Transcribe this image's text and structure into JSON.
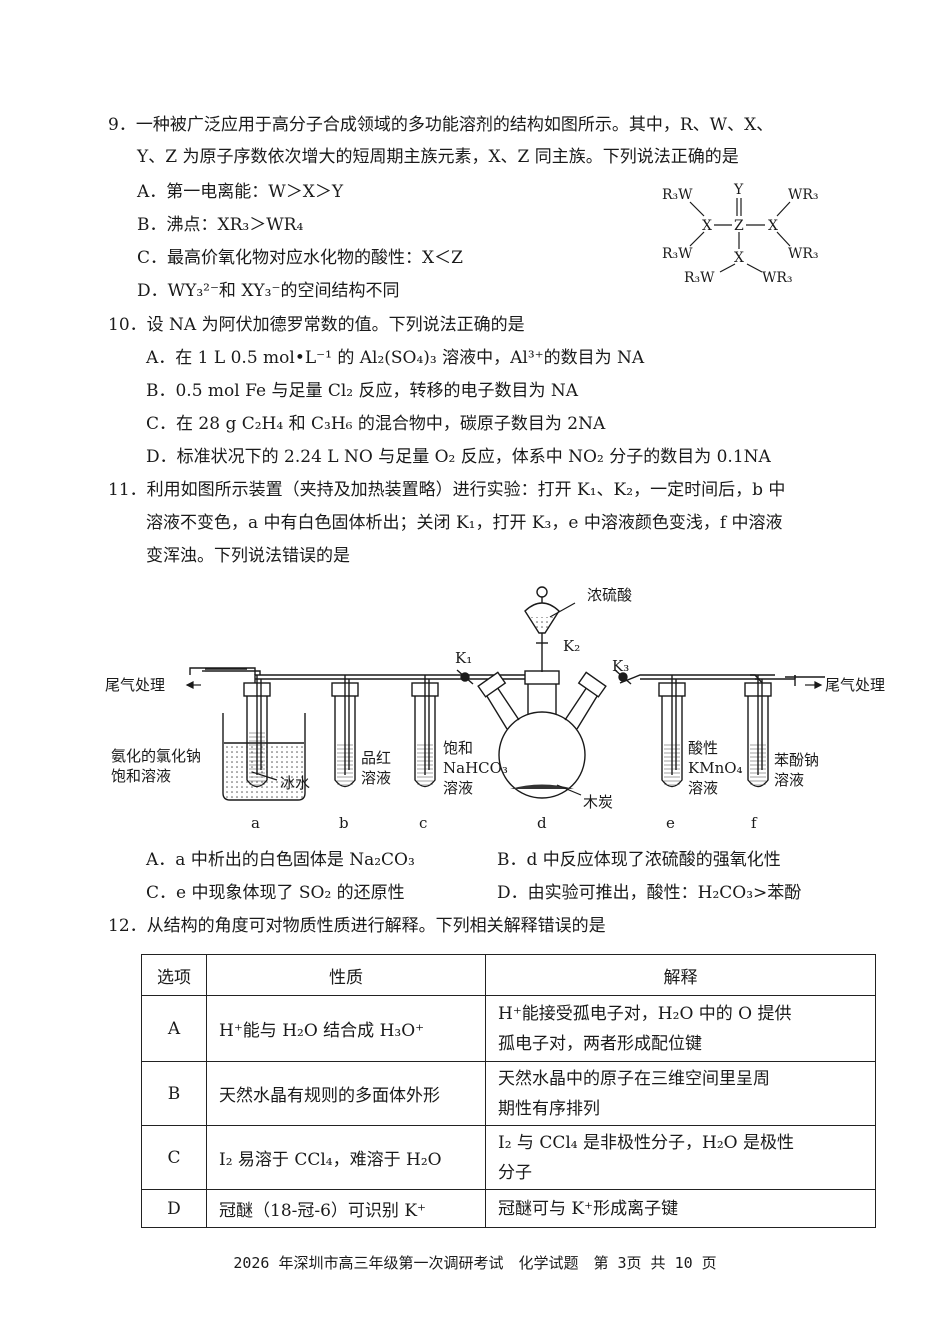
{
  "q9": {
    "num": "9．",
    "stem1": "一种被广泛应用于高分子合成领域的多功能溶剂的结构如图所示。其中，R、W、X、",
    "stem2": "Y、Z 为原子序数依次增大的短周期主族元素，X、Z 同主族。下列说法正确的是",
    "A": "A．第一电离能：W＞X＞Y",
    "B": "B．沸点：XR₃＞WR₄",
    "C": "C．最高价氧化物对应水化物的酸性：X＜Z",
    "D": "D．WY₃²⁻和 XY₃⁻的空间结构不同",
    "structure": {
      "top_left": "R₃W",
      "top_y": "Y",
      "top_right": "WR₃",
      "mid_x1": "X",
      "mid_z": "Z",
      "mid_x2": "X",
      "bot_left": "R₃W",
      "bot_x": "X",
      "bot_right": "WR₃",
      "low_left": "R₃W",
      "low_right": "WR₃"
    }
  },
  "q10": {
    "num": "10．",
    "stem": "设 NA 为阿伏加德罗常数的值。下列说法正确的是",
    "A": "A．在 1 L 0.5 mol•L⁻¹ 的 Al₂(SO₄)₃ 溶液中，Al³⁺的数目为 NA",
    "B": "B．0.5 mol Fe 与足量 Cl₂ 反应，转移的电子数目为 NA",
    "C": "C．在 28 g C₂H₄ 和 C₃H₆ 的混合物中，碳原子数目为 2NA",
    "D": "D．标准状况下的 2.24 L NO 与足量 O₂ 反应，体系中 NO₂ 分子的数目为 0.1NA"
  },
  "q11": {
    "num": "11．",
    "stem1": "利用如图所示装置（夹持及加热装置略）进行实验：打开 K₁、K₂，一定时间后，b 中",
    "stem2": "溶液不变色，a 中有白色固体析出；关闭 K₁，打开 K₃，e 中溶液颜色变浅，f 中溶液",
    "stem3": "变浑浊。下列说法错误的是",
    "diagram": {
      "tail_left": "尾气处理",
      "tail_right": "尾气处理",
      "acid": "浓硫酸",
      "k1": "K₁",
      "k2": "K₂",
      "k3": "K₃",
      "a_label_1": "氨化的氯化钠",
      "a_label_2": "饱和溶液",
      "ice": "冰水",
      "b_label_1": "品红",
      "b_label_2": "溶液",
      "c_label_1": "饱和",
      "c_label_2": "NaHCO₃",
      "c_label_3": "溶液",
      "charcoal": "木炭",
      "e_label_1": "酸性",
      "e_label_2": "KMnO₄",
      "e_label_3": "溶液",
      "f_label_1": "苯酚钠",
      "f_label_2": "溶液",
      "letters": [
        "a",
        "b",
        "c",
        "d",
        "e",
        "f"
      ]
    },
    "A": "A．a 中析出的白色固体是 Na₂CO₃",
    "B": "B．d 中反应体现了浓硫酸的强氧化性",
    "C": "C．e 中现象体现了 SO₂ 的还原性",
    "D": "D．由实验可推出，酸性：H₂CO₃>苯酚"
  },
  "q12": {
    "num": "12．",
    "stem": "从结构的角度可对物质性质进行解释。下列相关解释错误的是",
    "headers": [
      "选项",
      "性质",
      "解释"
    ],
    "rows": [
      [
        "A",
        "H⁺能与 H₂O 结合成 H₃O⁺",
        "H⁺能接受孤电子对，H₂O 中的 O 提供",
        "孤电子对，两者形成配位键"
      ],
      [
        "B",
        "天然水晶有规则的多面体外形",
        "天然水晶中的原子在三维空间里呈周",
        "期性有序排列"
      ],
      [
        "C",
        "I₂ 易溶于 CCl₄，难溶于 H₂O",
        "I₂ 与 CCl₄ 是非极性分子，H₂O 是极性",
        "分子"
      ],
      [
        "D",
        "冠醚（18-冠-6）可识别 K⁺",
        "冠醚可与 K⁺形成离子键",
        ""
      ]
    ]
  },
  "footer": "2026 年深圳市高三年级第一次调研考试　化学试题　第 3页 共 10 页"
}
